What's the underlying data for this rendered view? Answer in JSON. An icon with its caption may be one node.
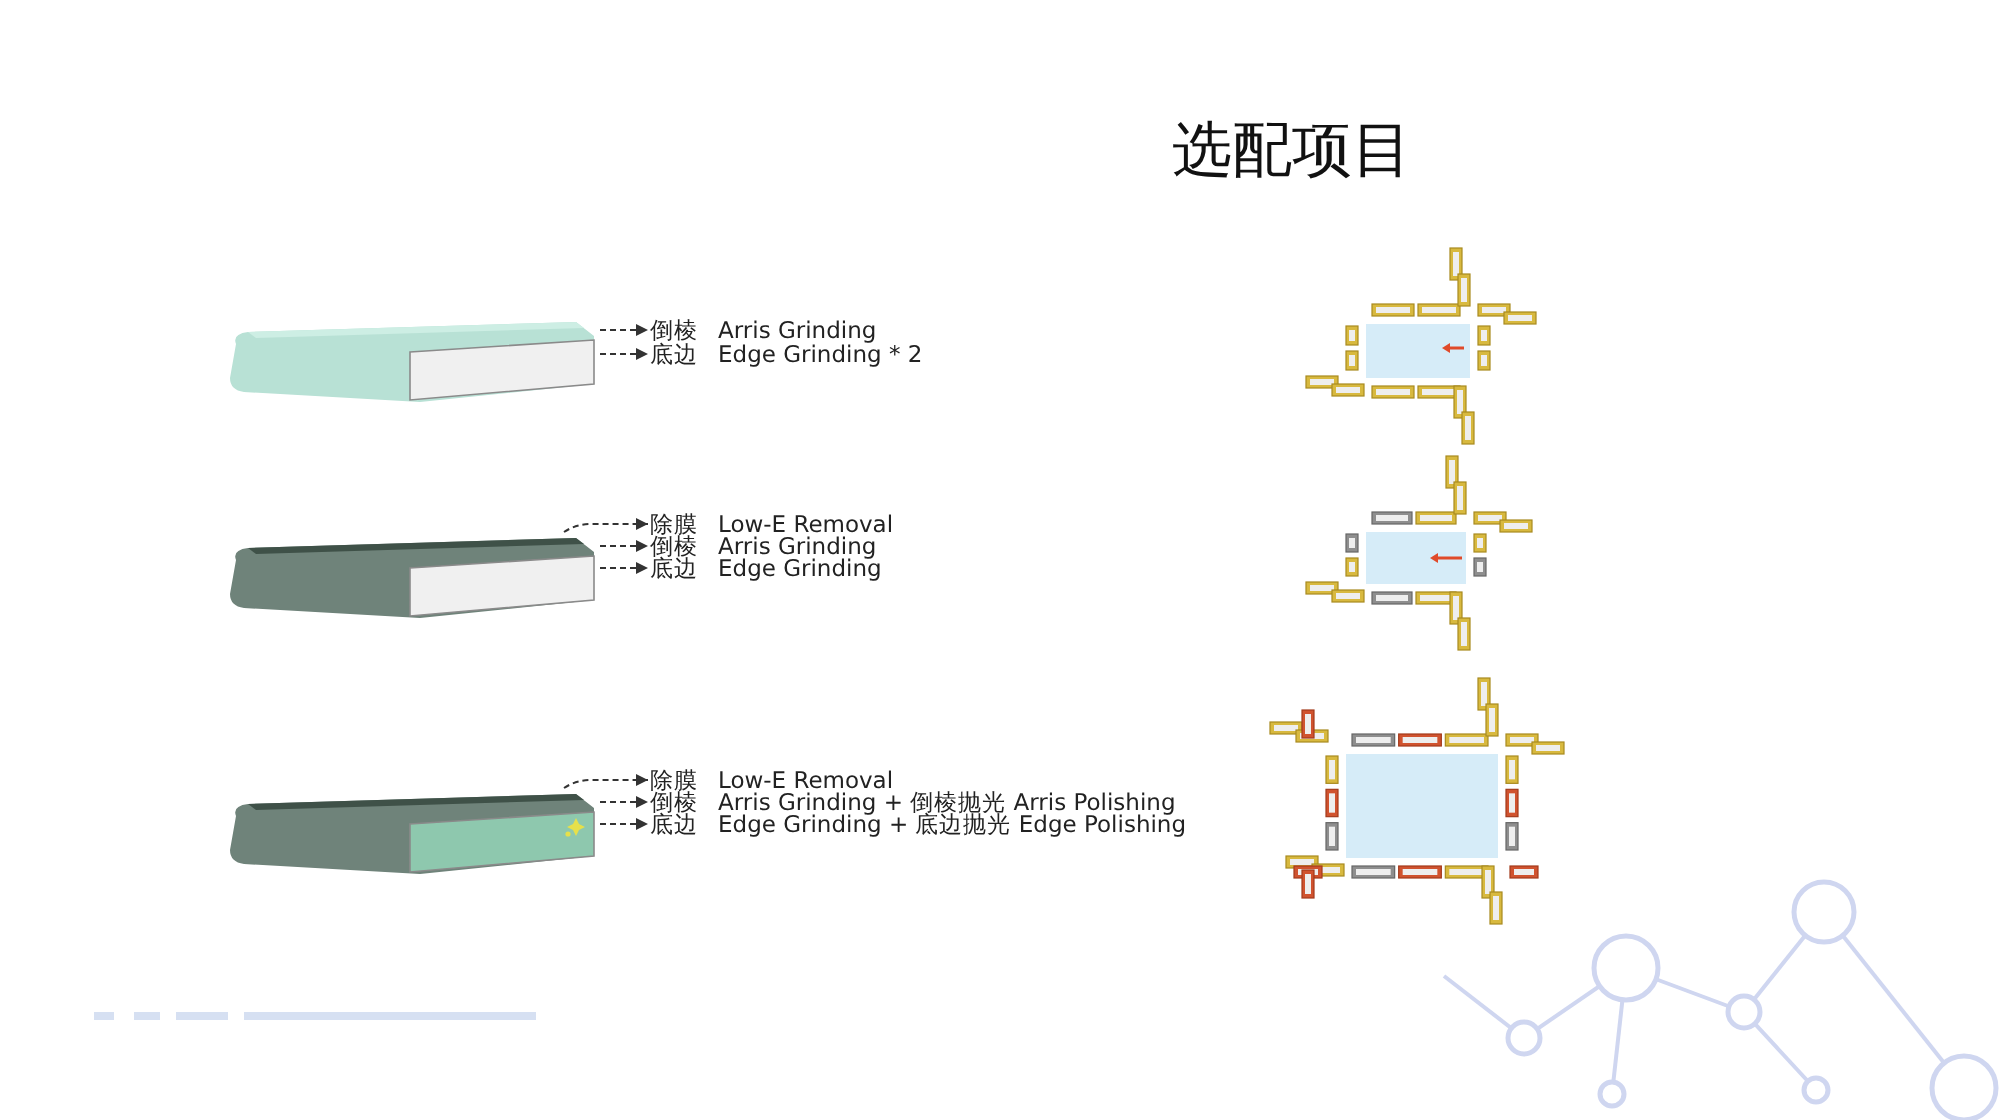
{
  "diagram": {
    "title": "选配项目",
    "nodes": [
      {
        "text": [],
        "shape": "picture"
      },
      {
        "text": [
          "倒棱",
          "Arris Grinding"
        ]
      },
      {
        "text": [
          "底边",
          "Edge Grinding * 2"
        ]
      },
      {
        "text": [],
        "shape": "picture"
      },
      {
        "text": [
          "除膜",
          "Low-E Removal"
        ]
      },
      {
        "text": [
          "倒棱",
          "Arris Grinding"
        ]
      },
      {
        "text": [
          "底边",
          "Edge Grinding"
        ]
      },
      {
        "text": [],
        "shape": "picture"
      },
      {
        "text": [
          "除膜",
          "Low-E Removal"
        ]
      },
      {
        "text": [
          "倒棱",
          "Arris Grinding + 倒棱抛光 Arris Polishing"
        ]
      },
      {
        "text": [
          "底边",
          "Edge Grinding + 底边抛光 Edge Polishing"
        ]
      }
    ],
    "edges": [
      {
        "from": 0,
        "to": 1,
        "arrow": "to",
        "style": "dashed"
      },
      {
        "from": 0,
        "to": 2,
        "arrow": "to",
        "style": "dashed"
      },
      {
        "from": 3,
        "to": 4,
        "arrow": "to",
        "style": "dashed"
      },
      {
        "from": 3,
        "to": 5,
        "arrow": "to",
        "style": "dashed"
      },
      {
        "from": 3,
        "to": 6,
        "arrow": "to",
        "style": "dashed"
      },
      {
        "from": 7,
        "to": 8,
        "arrow": "to",
        "style": "dashed"
      },
      {
        "from": 7,
        "to": 9,
        "arrow": "to",
        "style": "dashed"
      },
      {
        "from": 7,
        "to": 10,
        "arrow": "to",
        "style": "dashed"
      }
    ]
  }
}
